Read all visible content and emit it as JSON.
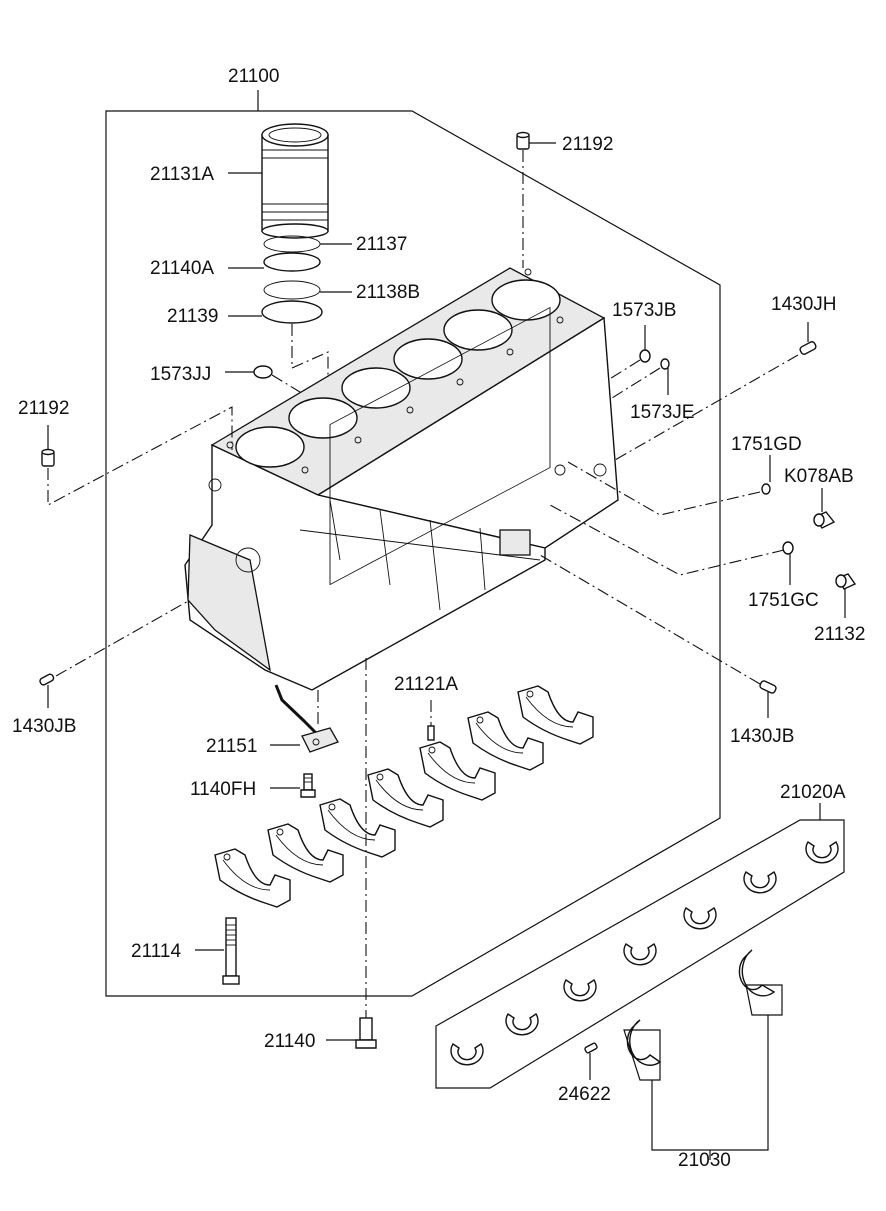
{
  "labels": {
    "l21100": "21100",
    "l21192_top": "21192",
    "l21131A": "21131A",
    "l21137": "21137",
    "l21140A": "21140A",
    "l21138B": "21138B",
    "l21139": "21139",
    "l1573JB": "1573JB",
    "l1430JH": "1430JH",
    "l1573JJ": "1573JJ",
    "l1573JE": "1573JE",
    "l21192_left": "21192",
    "l1751GD": "1751GD",
    "lK078AB": "K078AB",
    "l1751GC": "1751GC",
    "l21132": "21132",
    "l21121A": "21121A",
    "l1430JB_left": "1430JB",
    "l1430JB_right": "1430JB",
    "l21151": "21151",
    "l1140FH": "1140FH",
    "l21020A": "21020A",
    "l21114": "21114",
    "l21140": "21140",
    "l24622": "24622",
    "l21030": "21030"
  }
}
